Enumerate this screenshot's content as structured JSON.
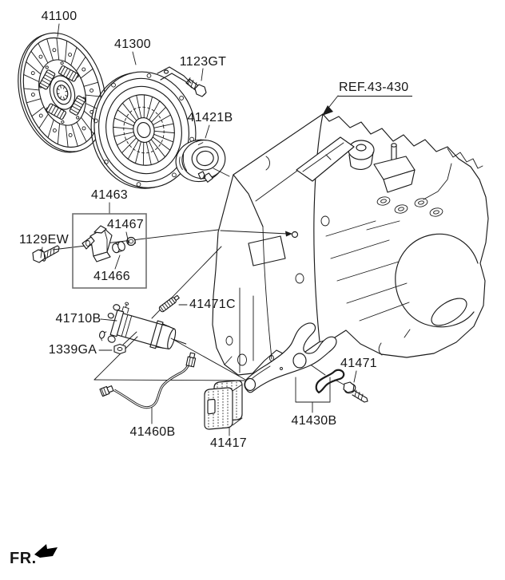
{
  "diagram_type": "exploded-parts-diagram",
  "colors": {
    "line": "#1a1a1a",
    "kit_box_stroke": "#707070",
    "background": "#ffffff"
  },
  "labels": {
    "clutch_disc": "41100",
    "clutch_cover": "41300",
    "cover_bolt": "1123GT",
    "ref": "REF.43-430",
    "release_bearing": "41421B",
    "bracket_kit": "41463",
    "bracket_nut": "41467",
    "bracket_bolt": "1129EW",
    "bracket_bushing": "41466",
    "push_rod": "41471C",
    "release_cylinder": "41710B",
    "cylinder_nut": "1339GA",
    "clutch_tube": "41460B",
    "pad": "41417",
    "release_fork": "41430B",
    "fork_bolt": "41471",
    "front_marker": "FR."
  }
}
